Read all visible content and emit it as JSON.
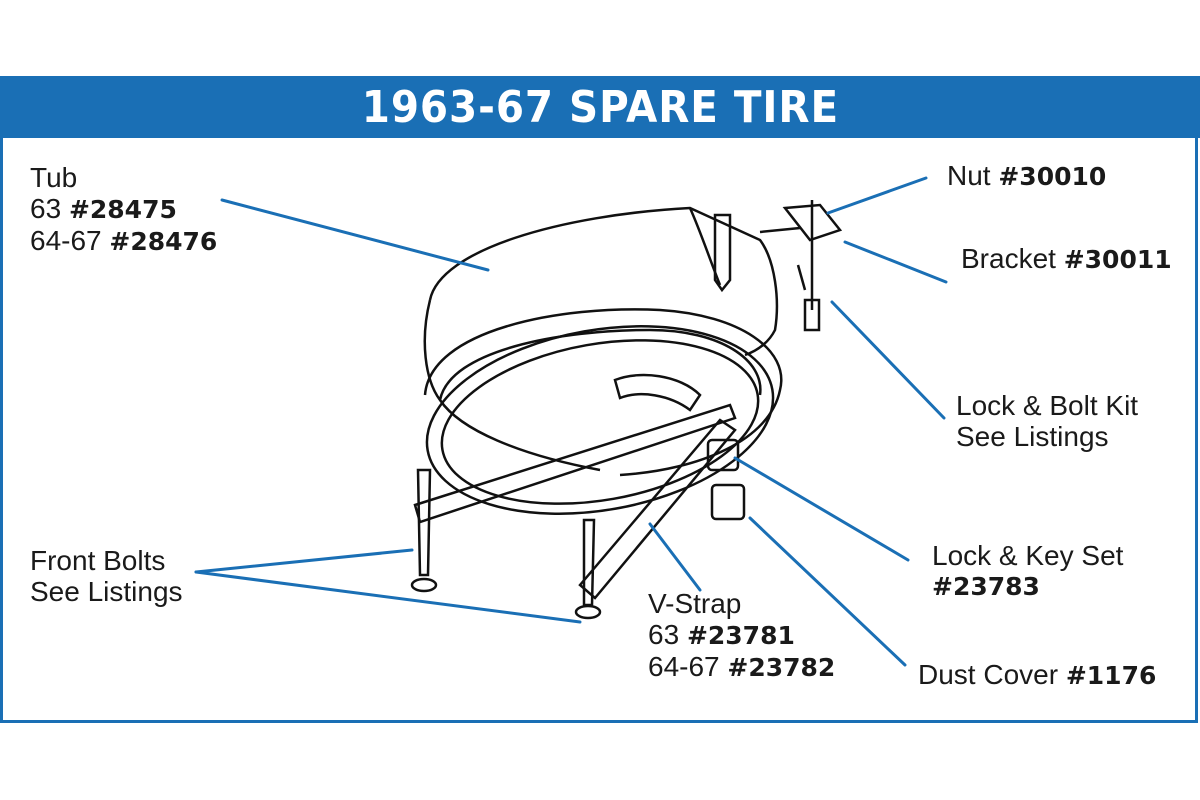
{
  "title": "1963-67 SPARE TIRE",
  "colors": {
    "accent": "#1a6fb5",
    "line_art": "#111111"
  },
  "labels": {
    "tub": {
      "name": "Tub",
      "l63": "63",
      "p63": "#28475",
      "l6467": "64-67",
      "p6467": "#28476"
    },
    "nut": {
      "name": "Nut",
      "part": "#30010"
    },
    "bracket": {
      "name": "Bracket",
      "part": "#30011"
    },
    "lock_bolt_kit": {
      "line1": "Lock & Bolt Kit",
      "line2": "See Listings"
    },
    "lock_key_set": {
      "name": "Lock & Key Set",
      "part": "#23783"
    },
    "front_bolts": {
      "line1": "Front Bolts",
      "line2": "See Listings"
    },
    "v_strap": {
      "name": "V-Strap",
      "l63": "63",
      "p63": "#23781",
      "l6467": "64-67",
      "p6467": "#23782"
    },
    "dust_cover": {
      "name": "Dust Cover",
      "part": "#1176"
    }
  }
}
